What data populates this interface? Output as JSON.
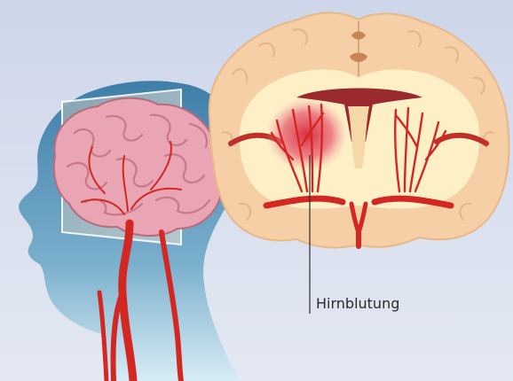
{
  "annotation": {
    "label": "Hirnblutung"
  },
  "colors": {
    "background": "#d5dcec",
    "head_silhouette": "#4f8bb1",
    "brain_cortex": "#f6cfa6",
    "white_matter": "#fdf0c7",
    "brain_pink": "#e9a5b4",
    "artery_red": "#d32822",
    "hemorrhage_red": "#e0465a",
    "leader_line": "#2b2b2b"
  },
  "icons": {
    "head": "head-silhouette-icon",
    "brain": "brain-illustration",
    "section": "coronal-brain-section"
  }
}
